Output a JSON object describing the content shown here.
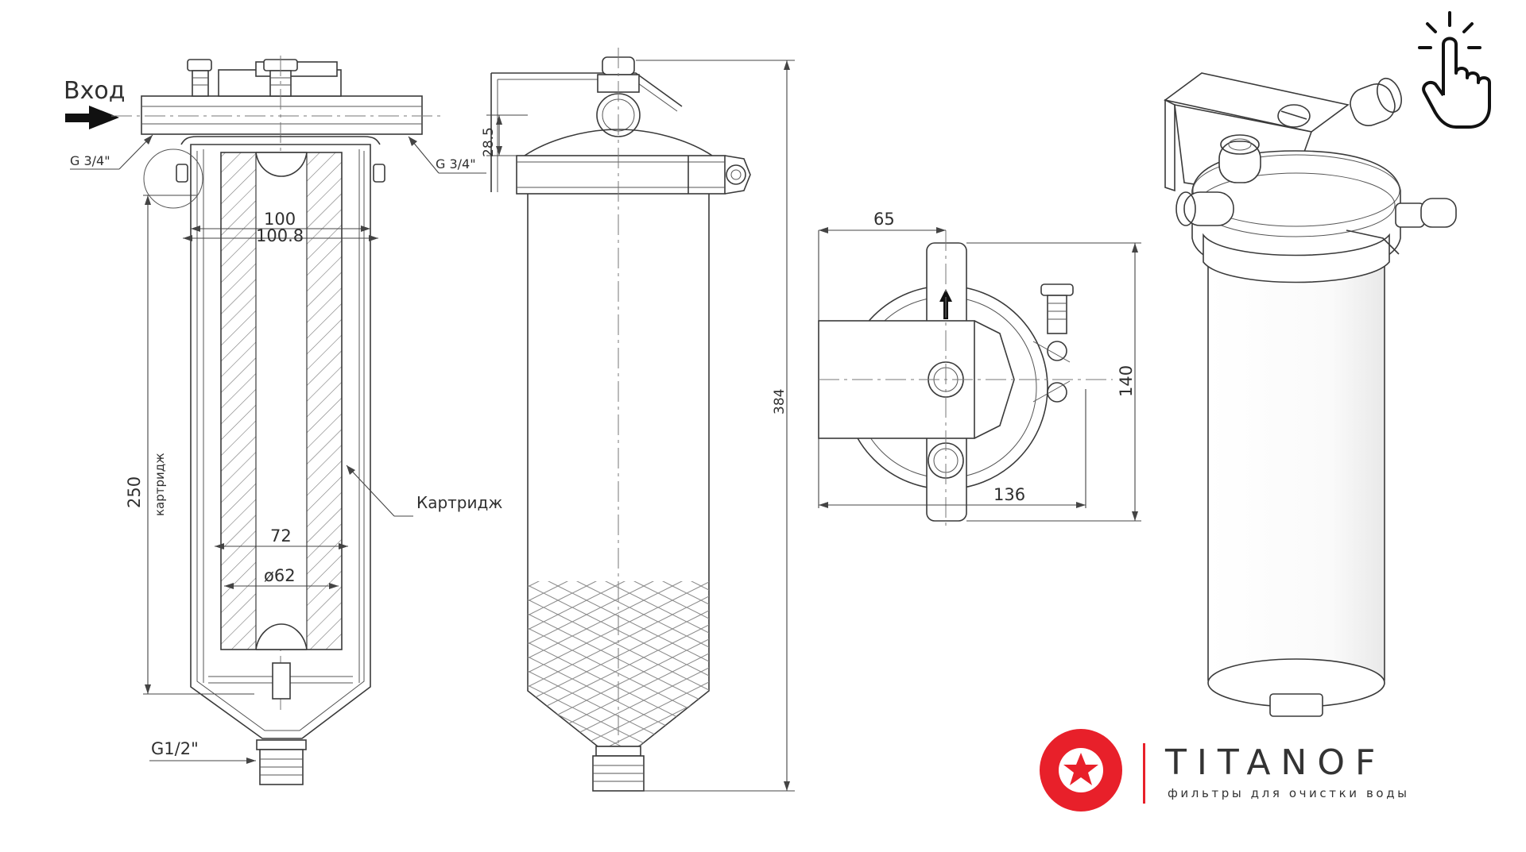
{
  "labels": {
    "inlet": "Вход",
    "g34_left": "G 3/4\"",
    "g34_right": "G 3/4\"",
    "dim_100": "100",
    "dim_100_8": "100.8",
    "dim_28_5": "28.5",
    "dim_250": "250",
    "cartridge_vertical": "картридж",
    "cartridge": "Картридж",
    "dim_72": "72",
    "dim_62": "ø62",
    "g12": "G1/2\"",
    "dim_384": "384",
    "dim_65": "65",
    "dim_140": "140",
    "dim_136": "136"
  },
  "brand": {
    "name": "TITANOF",
    "tagline": "фильтры для очистки воды",
    "accent": "#e8202a"
  },
  "icons": {
    "tap": "hand-tap-icon",
    "arrow": "arrow-right-icon",
    "star": "star-icon"
  }
}
